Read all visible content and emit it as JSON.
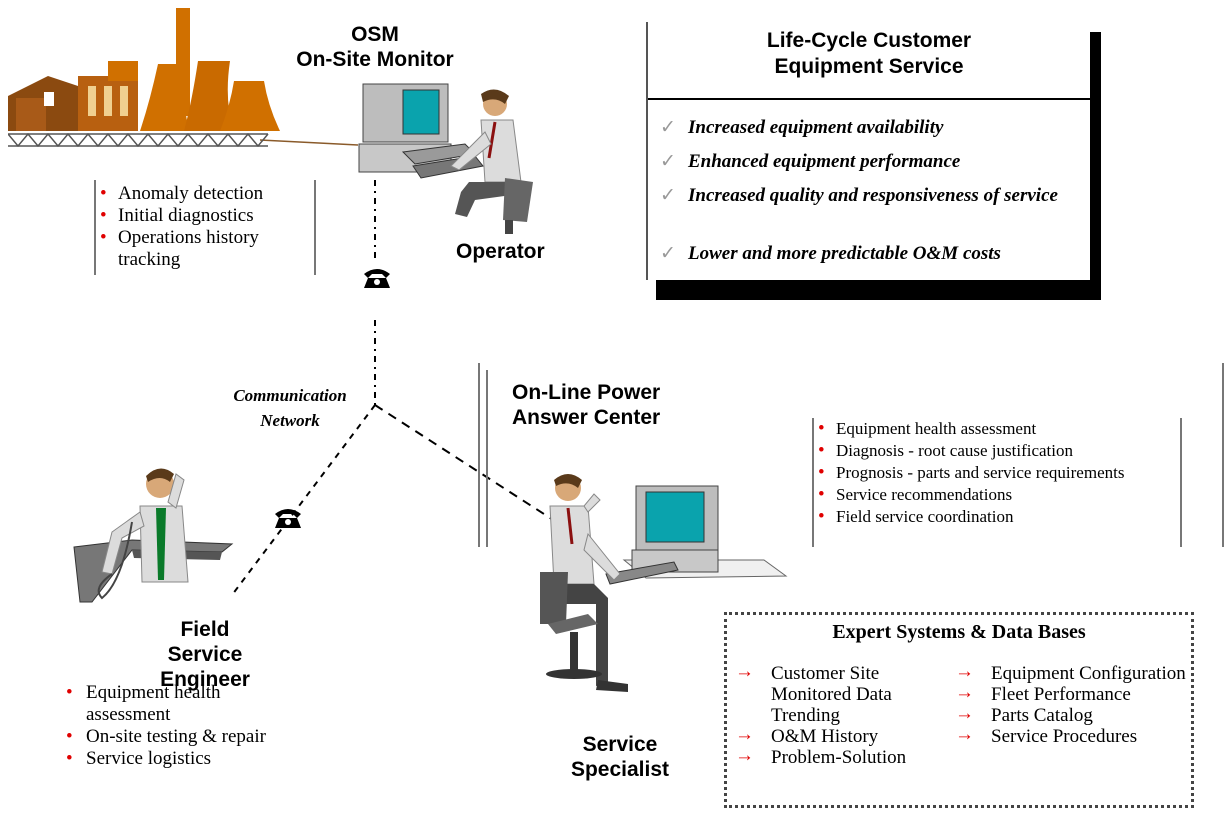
{
  "osm": {
    "title_line1": "OSM",
    "title_line2": "On-Site Monitor",
    "bullets": [
      "Anomaly detection",
      "Initial diagnostics",
      "Operations history tracking"
    ]
  },
  "operator": {
    "label": "Operator"
  },
  "lifecycle": {
    "title_line1": "Life-Cycle Customer",
    "title_line2": "Equipment Service",
    "items": [
      "Increased equipment availability",
      "Enhanced equipment performance",
      "Increased quality and responsiveness of service",
      "Lower and more predictable O&M costs"
    ]
  },
  "network": {
    "label_line1": "Communication",
    "label_line2": "Network"
  },
  "answer_center": {
    "title_line1": "On-Line Power",
    "title_line2": "Answer Center",
    "bullets": [
      "Equipment health assessment",
      "Diagnosis - root cause justification",
      "Prognosis - parts and service requirements",
      "Service recommendations",
      "Field service coordination"
    ]
  },
  "field_engineer": {
    "title_line1": "Field",
    "title_line2": "Service Engineer",
    "bullets": [
      "Equipment health assessment",
      "On-site testing & repair",
      "Service logistics"
    ]
  },
  "service_specialist": {
    "title_line1": "Service",
    "title_line2": "Specialist"
  },
  "expert": {
    "title": "Expert Systems & Data Bases",
    "left": [
      "Customer Site Monitored Data Trending",
      "O&M History",
      "Problem-Solution"
    ],
    "right": [
      "Equipment Configuration",
      "Fleet Performance",
      "Parts Catalog",
      "Service Procedures"
    ]
  },
  "colors": {
    "bullet": "#e00000",
    "plant": "#d07000",
    "monitor": "#0aa3ad"
  },
  "icons": [
    "power-plant-icon",
    "operator-computer-icon",
    "telephone-icon",
    "field-engineer-icon",
    "specialist-computer-icon"
  ]
}
